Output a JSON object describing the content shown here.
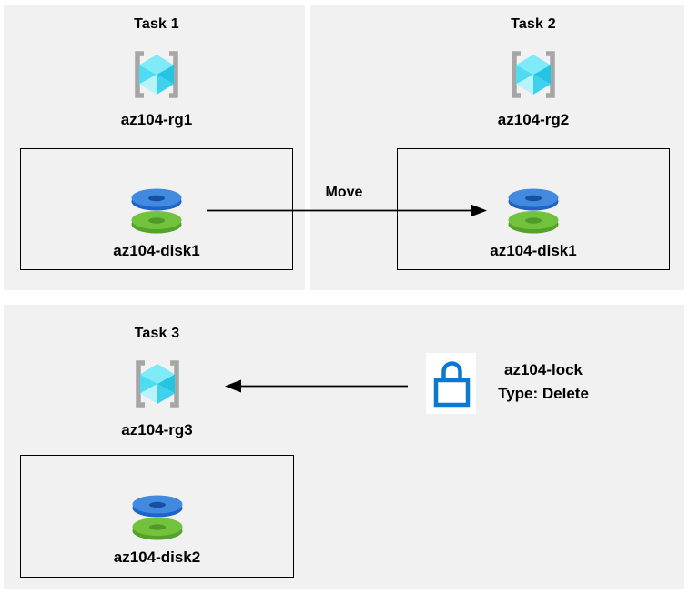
{
  "diagram": {
    "description": "Azure AZ-104 lab tasks diagram: resource groups, disk move, and delete lock"
  },
  "tasks": [
    {
      "title": "Task 1",
      "resource_group": "az104-rg1",
      "disk": "az104-disk1"
    },
    {
      "title": "Task 2",
      "resource_group": "az104-rg2",
      "disk": "az104-disk1"
    },
    {
      "title": "Task 3",
      "resource_group": "az104-rg3",
      "disk": "az104-disk2"
    }
  ],
  "move_arrow": {
    "label": "Move",
    "from": "az104-rg1",
    "to": "az104-rg2"
  },
  "lock_arrow": {
    "from": "az104-lock",
    "to": "az104-rg3"
  },
  "lock": {
    "name": "az104-lock",
    "type": "Type: Delete"
  },
  "icons": {
    "resource_group": "resource-group-icon",
    "disk": "managed-disk-icon",
    "lock": "lock-icon"
  },
  "colors": {
    "panel_background": "#f1f1f1",
    "arrow": "#000000",
    "lock_blue": "#0b79d0",
    "bracket_gray": "#a6a6a6",
    "disk_blue": "#4289e0",
    "disk_green": "#72c23e"
  }
}
